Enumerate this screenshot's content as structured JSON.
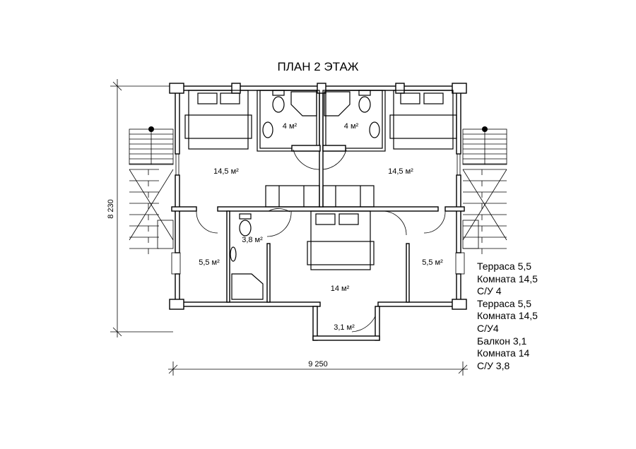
{
  "title": "ПЛАН 2 ЭТАЖ",
  "dimensions": {
    "height": "8 230",
    "width": "9 250"
  },
  "rooms": [
    {
      "name": "left-bedroom",
      "label": "14,5 м²"
    },
    {
      "name": "right-bedroom",
      "label": "14,5 м²"
    },
    {
      "name": "left-bathroom",
      "label": "4 м²"
    },
    {
      "name": "right-bathroom",
      "label": "4 м²"
    },
    {
      "name": "lower-bathroom",
      "label": "3,8 м²"
    },
    {
      "name": "left-terrace",
      "label": "5,5 м²"
    },
    {
      "name": "right-terrace",
      "label": "5,5 м²"
    },
    {
      "name": "lower-bedroom",
      "label": "14 м²"
    },
    {
      "name": "balcony",
      "label": "3,1 м²"
    }
  ],
  "legend": [
    "Терраса 5,5",
    "Комната 14,5",
    "С/У 4",
    "Терраса 5,5",
    "Комната 14,5",
    "С/У4",
    "Балкон 3,1",
    "Комната 14",
    "С/У 3,8"
  ]
}
